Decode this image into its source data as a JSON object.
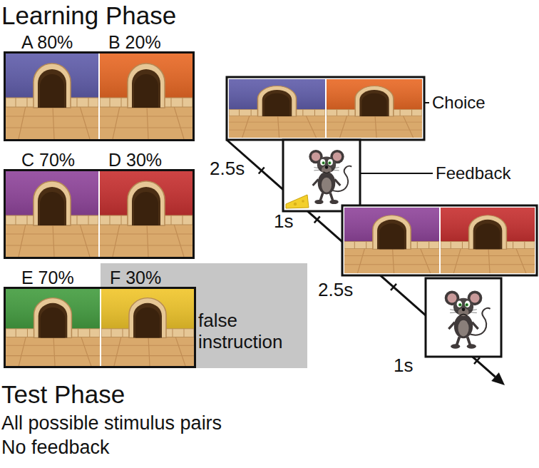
{
  "diagram": {
    "title": "Learning Phase",
    "nodes": [
      {
        "text": [
          "A 80%"
        ]
      },
      {
        "text": [
          "B 20%"
        ]
      },
      {
        "text": [
          "C 70%"
        ]
      },
      {
        "text": [
          "D 30%"
        ]
      },
      {
        "text": [
          "E 70%"
        ]
      },
      {
        "text": [
          "false instruction"
        ]
      },
      {
        "text": [
          "F 30%"
        ],
        "in": 5
      }
    ],
    "labels": [
      "Choice",
      "Feedback",
      "2.5s",
      "1s",
      "2.5s",
      "1s",
      "Test Phase",
      "All possible stimulus pairs",
      "No feedback"
    ]
  }
}
